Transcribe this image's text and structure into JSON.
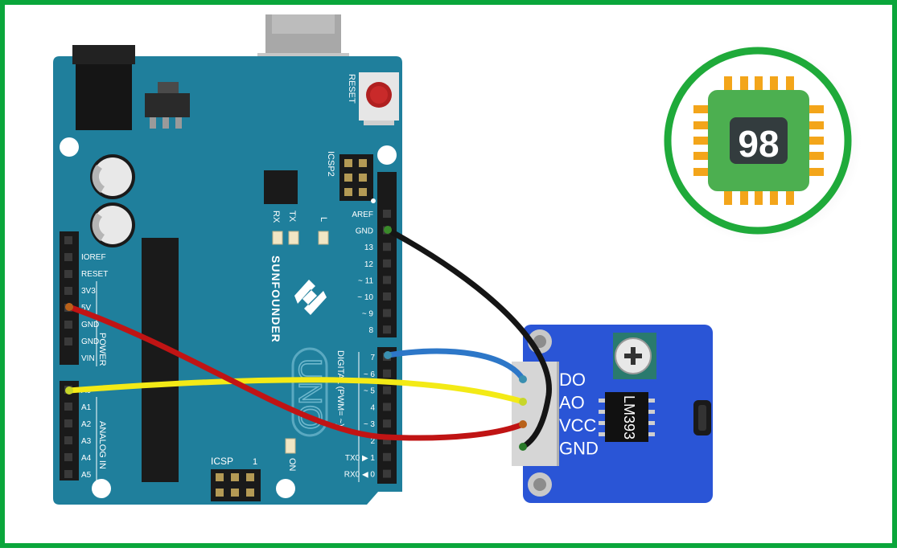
{
  "colors": {
    "frame_border": "#0aa63b",
    "board": "#1f7f9c",
    "board_dark": "#156a85",
    "module": "#2a55d6",
    "chip_logo": "#4caf50",
    "logo_ring": "#1faa3a",
    "logo_pins": "#f3a51a",
    "wire_gnd": "#151515",
    "wire_do": "#2d77c8",
    "wire_ao": "#f3ea16",
    "wire_vcc": "#c01414"
  },
  "logo": {
    "number": "98"
  },
  "arduino": {
    "brand": "SUNFOUNDER",
    "model": "UNO",
    "reset_label": "RESET",
    "icsp2_label": "ICSP2",
    "icsp_label": "ICSP",
    "icsp_pin1": "1",
    "on_label": "ON",
    "rx_label": "RX",
    "tx_label": "TX",
    "l_label": "L",
    "power_group_label": "POWER",
    "analog_group_label": "ANALOG IN",
    "digital_group_label": "DIGITAL (PWM= ~)",
    "power_pins": [
      "IOREF",
      "RESET",
      "3V3",
      "5V",
      "GND",
      "GND",
      "VIN"
    ],
    "analog_pins": [
      "A0",
      "A1",
      "A2",
      "A3",
      "A4",
      "A5"
    ],
    "digital_top_pins": [
      "AREF",
      "GND",
      "13",
      "12",
      "~ 11",
      "~ 10",
      "~ 9",
      "8"
    ],
    "digital_bottom_pins": [
      "7",
      "~ 6",
      "~ 5",
      "4",
      "~ 3",
      "2",
      "TX0 ▶ 1",
      "RX0 ◀ 0"
    ]
  },
  "sensor_module": {
    "pins": [
      "DO",
      "AO",
      "VCC",
      "GND"
    ],
    "chip_label": "LM393"
  }
}
